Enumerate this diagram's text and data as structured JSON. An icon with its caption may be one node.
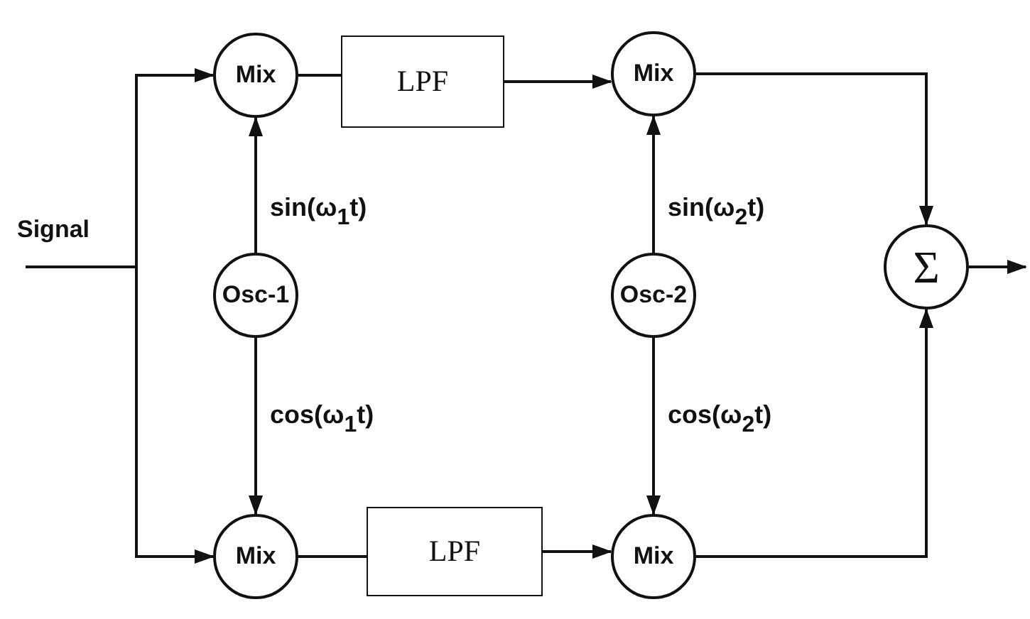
{
  "diagram": {
    "nodes": [
      {
        "text": [
          "Signal"
        ]
      },
      {
        "text": [
          "Mix"
        ]
      },
      {
        "text": [
          "LPF"
        ]
      },
      {
        "text": [
          "Mix"
        ]
      },
      {
        "text": [
          "Osc-1"
        ]
      },
      {
        "text": [
          "Osc-2"
        ]
      },
      {
        "text": [
          "Σ"
        ]
      },
      {
        "text": [
          "Mix"
        ]
      },
      {
        "text": [
          "LPF"
        ]
      },
      {
        "text": [
          "Mix"
        ]
      }
    ],
    "edges": [
      {
        "from": 0,
        "to": 1,
        "arrow": "to"
      },
      {
        "from": 0,
        "to": 7,
        "arrow": "to"
      },
      {
        "from": 1,
        "to": 2,
        "arrow": "none"
      },
      {
        "from": 2,
        "to": 3,
        "arrow": "to"
      },
      {
        "from": 4,
        "to": 1,
        "arrow": "to",
        "label": "sin(ω$_{1}$t)"
      },
      {
        "from": 4,
        "to": 7,
        "arrow": "to",
        "label": "cos(ω$_{1}$t)"
      },
      {
        "from": 5,
        "to": 3,
        "arrow": "to",
        "label": "sin(ω$_{2}$t)"
      },
      {
        "from": 5,
        "to": 9,
        "arrow": "to",
        "label": "cos(ω$_{2}$t)"
      },
      {
        "from": 3,
        "to": 6,
        "arrow": "to"
      },
      {
        "from": 7,
        "to": 8,
        "arrow": "none"
      },
      {
        "from": 8,
        "to": 9,
        "arrow": "to"
      },
      {
        "from": 9,
        "to": 6,
        "arrow": "to"
      },
      {
        "from": 6,
        "to": null,
        "arrow": "to"
      }
    ]
  }
}
